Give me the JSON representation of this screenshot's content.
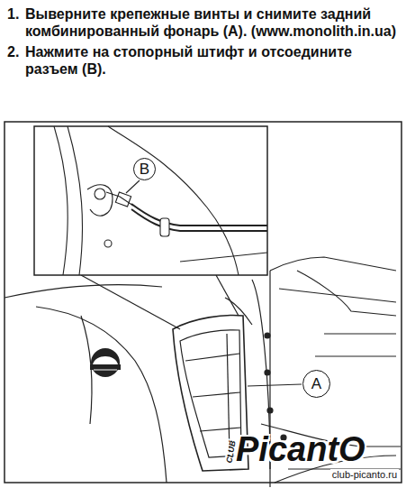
{
  "diagram": {
    "nodes": [
      {
        "text": [
          "B"
        ]
      },
      {
        "text": [
          "A"
        ]
      }
    ],
    "labels": [
      "1.",
      "Выверните крепежные винты и снимите задний комбинированный фонарь (А). (www.monolith.in.ua)",
      "2.",
      "Нажмите на стопорный штифт и отсоедините разъем (В).",
      "CLUB",
      "PicantO",
      "club-picanto.ru"
    ]
  }
}
